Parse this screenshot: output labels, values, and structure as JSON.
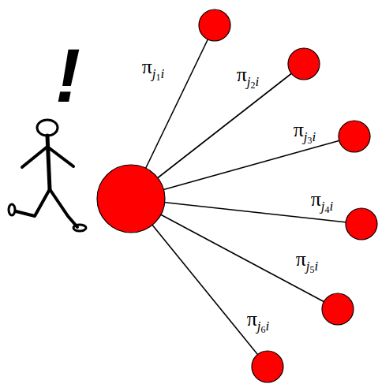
{
  "diagram": {
    "labels": [
      "!",
      "πj1i",
      "πj2i",
      "πj3i",
      "πj4i",
      "πj5i",
      "πj6i"
    ]
  }
}
